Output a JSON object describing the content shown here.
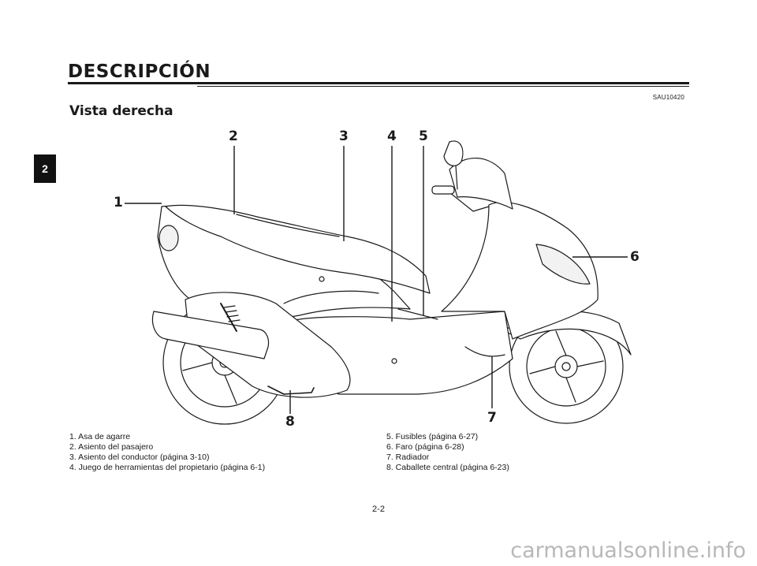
{
  "header": {
    "title": "DESCRIPCIÓN",
    "chapter_tab": "2",
    "doc_code": "SAU10420"
  },
  "section": {
    "subtitle": "Vista derecha"
  },
  "figure": {
    "callouts": [
      "1",
      "2",
      "3",
      "4",
      "5",
      "6",
      "7",
      "8"
    ],
    "colors": {
      "line": "#1a1a1a",
      "fill": "#ffffff",
      "shade": "#f2f2f2"
    }
  },
  "legend": {
    "left": [
      "1. Asa de agarre",
      "2. Asiento del pasajero",
      "3. Asiento del conductor (página 3-10)",
      "4. Juego de herramientas del propietario (página 6-1)"
    ],
    "right": [
      "5. Fusibles (página 6-27)",
      "6. Faro (página 6-28)",
      "7. Radiador",
      "8. Caballete central (página 6-23)"
    ]
  },
  "footer": {
    "page_number": "2-2",
    "watermark": "carmanualsonline.info"
  }
}
